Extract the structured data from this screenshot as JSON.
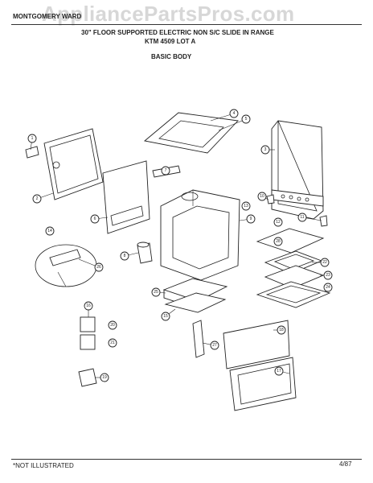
{
  "watermark": "AppliancePartsPros.com",
  "header": {
    "brand": "MONTGOMERY WARD",
    "title": "30\" FLOOR SUPPORTED ELECTRIC NON S/C SLIDE IN RANGE",
    "model": "KTM 4509 LOT A",
    "section": "BASIC BODY"
  },
  "footer": {
    "note": "*NOT ILLUSTRATED",
    "date": "4/87"
  },
  "callouts": [
    "1",
    "2",
    "3",
    "4",
    "5",
    "6",
    "7",
    "8",
    "9",
    "10",
    "11",
    "12",
    "13",
    "14",
    "15",
    "16",
    "17",
    "18",
    "19",
    "20",
    "21",
    "22",
    "23",
    "24",
    "25",
    "26",
    "27",
    "28"
  ]
}
